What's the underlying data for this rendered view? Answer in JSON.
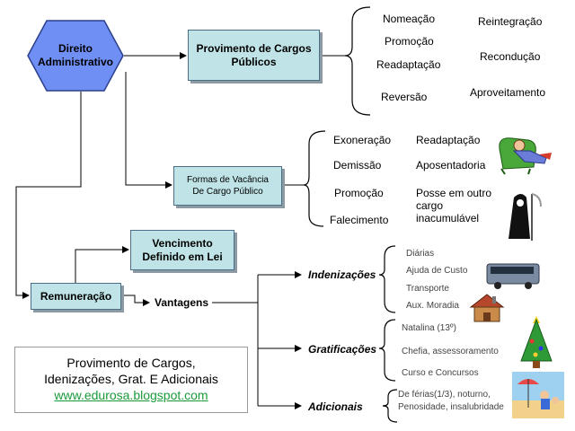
{
  "root": {
    "line1": "Direito",
    "line2": "Administrativo"
  },
  "provimento": {
    "box_line1": "Provimento de Cargos",
    "box_line2": "Públicos",
    "items": [
      "Nomeação",
      "Reintegração",
      "Promoção",
      "Readaptação",
      "Recondução",
      "Reversão",
      "Aproveitamento"
    ]
  },
  "vacancia": {
    "box_line1": "Formas de Vacância",
    "box_line2": "De Cargo Público",
    "items": [
      "Exoneração",
      "Readaptação",
      "Demissão",
      "Aposentadoria",
      "Promoção",
      "Posse em outro",
      "cargo",
      "inacumulável",
      "Falecimento"
    ]
  },
  "vencimento": {
    "line1": "Vencimento",
    "line2": "Definido em Lei"
  },
  "remuneracao": {
    "label": "Remuneração",
    "vantagens": "Vantagens"
  },
  "indenizacoes": {
    "label": "Indenizações",
    "items": [
      "Diárias",
      "Ajuda de Custo",
      "Transporte",
      "Aux. Moradia"
    ]
  },
  "gratificacoes": {
    "label": "Gratificações",
    "items": [
      "Natalina (13º)",
      "Chefia, assessoramento",
      "Curso e Concursos"
    ]
  },
  "adicionais": {
    "label": "Adicionais",
    "items": [
      "De férias(1/3), noturno,",
      "Penosidade, insalubridade"
    ]
  },
  "caption": {
    "line1": "Provimento de Cargos,",
    "line2": "Idenizações, Grat. E Adicionais",
    "link": "www.edurosa.blogspot.com"
  },
  "colors": {
    "box_fill": "#bfe3e6",
    "hex_fill": "#6f8ff5",
    "link": "#1a9a3a"
  },
  "icons": [
    "man-in-armchair-clipart",
    "grim-reaper-clipart",
    "bus-clipart",
    "house-clipart",
    "christmas-tree-clipart",
    "beach-clipart"
  ]
}
